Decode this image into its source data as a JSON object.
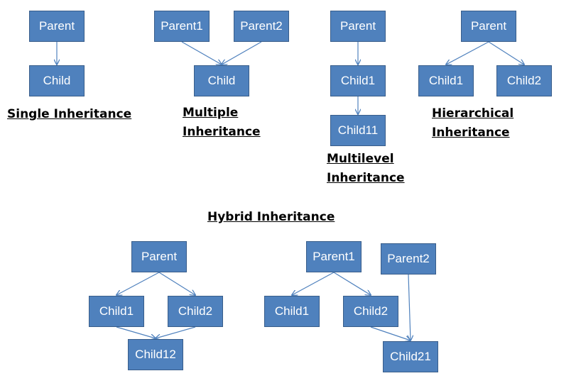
{
  "colors": {
    "box_fill": "#4f81bd",
    "box_border": "#385d8a",
    "edge": "#4f81bd",
    "text": "#ffffff"
  },
  "captions": {
    "single": "Single Inheritance",
    "multiple": [
      "Multiple",
      "Inheritance"
    ],
    "multilevel": [
      "Multilevel",
      "Inheritance"
    ],
    "hierarchical": [
      "Hierarchical",
      "Inheritance"
    ],
    "hybrid": "Hybrid Inheritance"
  },
  "nodes": {
    "single_parent": "Parent",
    "single_child": "Child",
    "multiple_parent1": "Parent1",
    "multiple_parent2": "Parent2",
    "multiple_child": "Child",
    "multilevel_parent": "Parent",
    "multilevel_child1": "Child1",
    "multilevel_child11": "Child11",
    "hier_parent": "Parent",
    "hier_child1": "Child1",
    "hier_child2": "Child2",
    "hybridA_parent": "Parent",
    "hybridA_child1": "Child1",
    "hybridA_child2": "Child2",
    "hybridA_child12": "Child12",
    "hybridB_parent1": "Parent1",
    "hybridB_parent2": "Parent2",
    "hybridB_child1": "Child1",
    "hybridB_child2": "Child2",
    "hybridB_child21": "Child21"
  },
  "edges": [
    [
      "single_parent",
      "single_child"
    ],
    [
      "multiple_parent1",
      "multiple_child"
    ],
    [
      "multiple_parent2",
      "multiple_child"
    ],
    [
      "multilevel_parent",
      "multilevel_child1"
    ],
    [
      "multilevel_child1",
      "multilevel_child11"
    ],
    [
      "hier_parent",
      "hier_child1"
    ],
    [
      "hier_parent",
      "hier_child2"
    ],
    [
      "hybridA_parent",
      "hybridA_child1"
    ],
    [
      "hybridA_parent",
      "hybridA_child2"
    ],
    [
      "hybridA_child1",
      "hybridA_child12"
    ],
    [
      "hybridA_child2",
      "hybridA_child12"
    ],
    [
      "hybridB_parent1",
      "hybridB_child1"
    ],
    [
      "hybridB_parent1",
      "hybridB_child2"
    ],
    [
      "hybridB_child2",
      "hybridB_child21"
    ],
    [
      "hybridB_parent2",
      "hybridB_child21"
    ]
  ]
}
